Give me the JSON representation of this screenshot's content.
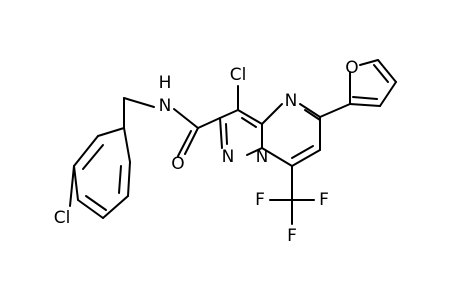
{
  "molecule": {
    "atom_color": "#000000",
    "bond_color": "#000000",
    "labels": {
      "N_amide": "N",
      "H_amide": "H",
      "O_carbonyl": "O",
      "Cl_top": "Cl",
      "N_pyrimidine": "N",
      "O_furan": "O",
      "N_pyrazole1": "N",
      "N_pyrazole2": "N",
      "Cl_benzyl": "Cl",
      "F_left": "F",
      "F_right": "F",
      "F_bottom": "F"
    }
  }
}
